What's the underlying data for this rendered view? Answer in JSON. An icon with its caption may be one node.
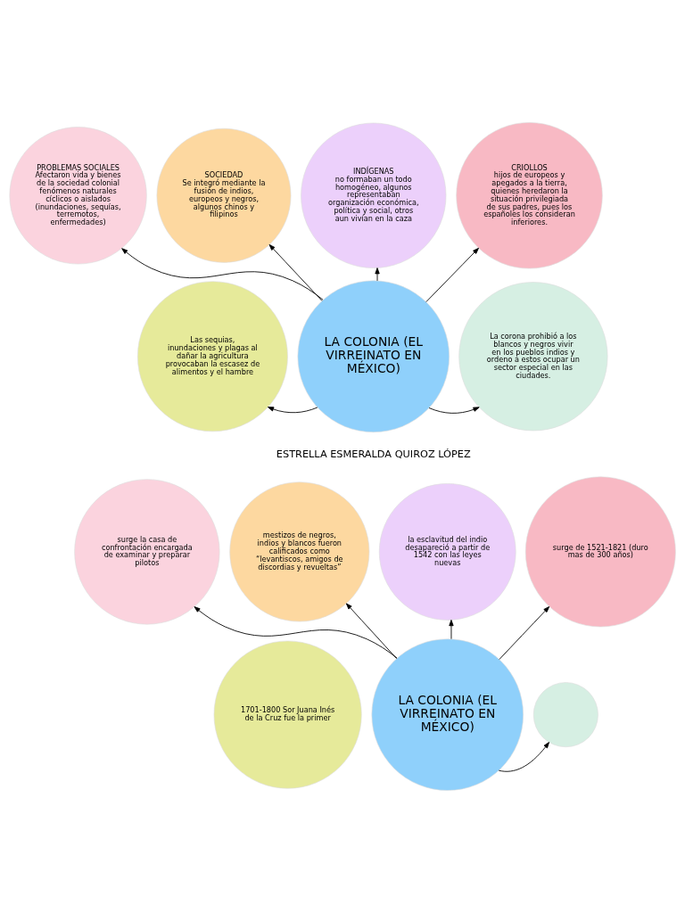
{
  "diagram": {
    "nodes": [
      {
        "text": [
          "LA COLONIA (EL VIRREINATO EN MÉXICO)"
        ]
      },
      {
        "text": [
          "SOCIEDAD",
          "Se integró mediante la fusión de indios, europeos y negros, algunos chinos y filipinos"
        ]
      },
      {
        "text": [
          "INDÍGENAS",
          "no formaban un todo homogéneo, algunos representaban organización económica, política y social, otros aun vivían en la caza"
        ]
      },
      {
        "text": [
          "PROBLEMAS SOCIALES",
          "Afectaron vida y bienes de la sociedad colonial fenómenos naturales cíclicos o aislados (inundaciones, sequías, terremotos, enfermedades)"
        ]
      },
      {
        "text": [
          "CRIOLLOS",
          "hijos de europeos y apegados a la tierra, quienes heredaron la situación privilegiada de sus padres, pues los españoles los consideran inferiores."
        ]
      },
      {
        "text": [
          "Las sequias, inundaciones y plagas al dañar la agricultura provocaban la escasez de alimentos y el hambre"
        ]
      },
      {
        "text": [
          "La corona prohibió a los blancos y negros vivir en los pueblos indios y ordeno a estos ocupar un sector especial en las ciudades."
        ]
      },
      {
        "text": [
          "LA COLONIA (EL VIRREINATO EN MÉXICO)"
        ]
      },
      {
        "text": [
          "mestizos de negros, indios y blancos fueron calificados como “levantiscos, amigos de discordias y revueltas”"
        ]
      },
      {
        "text": [
          "la esclavitud del indio desapareció a partir de 1542 con las leyes nuevas"
        ]
      },
      {
        "text": [
          "surge la casa de confrontación encargada de examinar y preparar pilotos"
        ]
      },
      {
        "text": [
          "surge de 1521-1821 (duro mas de 300 años)"
        ]
      },
      {
        "text": [
          "1701-1800 Sor Juana Inés de la Cruz fue la primer"
        ]
      },
      {
        "text": [],
        "shape": "circle"
      }
    ],
    "edges": [
      {
        "from": 0,
        "to": 1,
        "arrow": "to"
      },
      {
        "from": 0,
        "to": 2,
        "arrow": "to"
      },
      {
        "from": 0,
        "to": 3,
        "arrow": "to"
      },
      {
        "from": 0,
        "to": 4,
        "arrow": "to"
      },
      {
        "from": 0,
        "to": 5,
        "arrow": "to"
      },
      {
        "from": 0,
        "to": 6,
        "arrow": "to"
      },
      {
        "from": 7,
        "to": 8,
        "arrow": "to"
      },
      {
        "from": 7,
        "to": 9,
        "arrow": "to"
      },
      {
        "from": 7,
        "to": 10,
        "arrow": "to"
      },
      {
        "from": 7,
        "to": 11,
        "arrow": "to"
      },
      {
        "from": 7,
        "to": 13,
        "arrow": "to"
      }
    ],
    "labels": [
      "ESTRELLA ESMERALDA QUIROZ LÓPEZ"
    ]
  }
}
